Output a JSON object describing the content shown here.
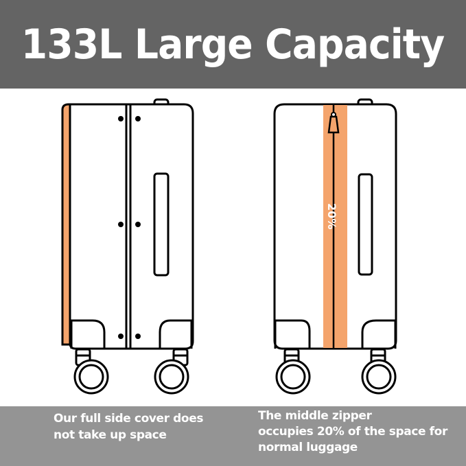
{
  "header": {
    "title": "133L Large Capacity",
    "background": "#646464",
    "text_color": "#ffffff"
  },
  "illustrations": {
    "left_suitcase": {
      "description": "full side cover suitcase",
      "accent_color": "#f4a46c"
    },
    "right_suitcase": {
      "description": "middle zipper suitcase",
      "zipper_label": "20%",
      "accent_color": "#f4a46c"
    }
  },
  "footer": {
    "background": "#949494",
    "left_caption": {
      "lines": [
        "Our full side cover does",
        "not take up space"
      ]
    },
    "right_caption": {
      "lines": [
        "The middle zipper",
        "occupies 20% of the space for",
        "normal luggage"
      ]
    }
  }
}
